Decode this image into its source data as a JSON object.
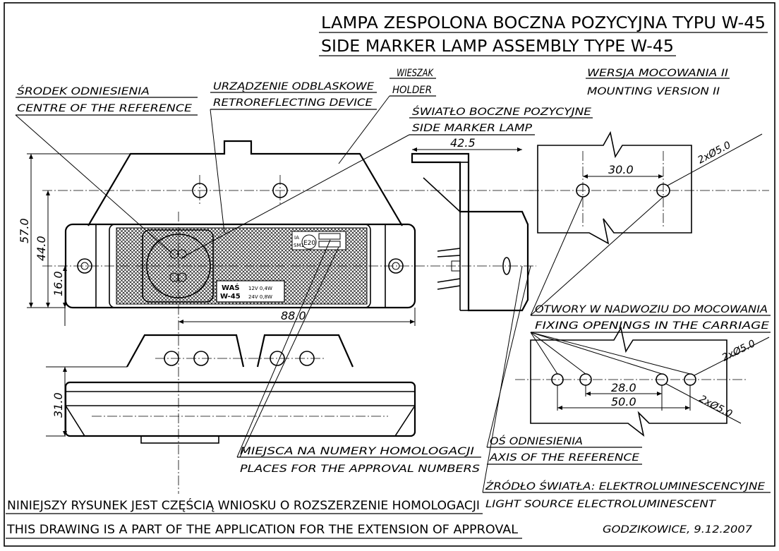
{
  "title": {
    "pl": "LAMPA ZESPOLONA BOCZNA POZYCYJNA TYPU W-45",
    "en": "SIDE MARKER LAMP ASSEMBLY TYPE W-45"
  },
  "version": {
    "pl": "WERSJA MOCOWANIA II",
    "en": "MOUNTING VERSION II"
  },
  "callouts": {
    "reference_centre": {
      "pl": "ŚRODEK ODNIESIENIA",
      "en": "CENTRE OF THE REFERENCE"
    },
    "retroreflector": {
      "pl": "URZĄDZENIE ODBLASKOWE",
      "en": "RETROREFLECTING DEVICE"
    },
    "holder": {
      "pl": "WIESZAK",
      "en": "HOLDER"
    },
    "side_marker": {
      "pl": "ŚWIATŁO BOCZNE POZYCYJNE",
      "en": "SIDE MARKER LAMP"
    },
    "fixing_openings": {
      "pl": "OTWORY W NADWOZIU DO MOCOWANIA",
      "en": "FIXING OPENINGS IN THE CARRIAGE"
    },
    "reference_axis": {
      "pl": "OŚ ODNIESIENIA",
      "en": "AXIS OF THE REFERENCE"
    },
    "approval_places": {
      "pl": "MIEJSCA NA NUMERY HOMOLOGACJI",
      "en": "PLACES FOR THE APPROVAL NUMBERS"
    },
    "light_source": {
      "pl": "ŹRÓDŁO ŚWIATŁA: ELEKTROLUMINESCENCYJNE",
      "en": "LIGHT SOURCE ELECTROLUMINESCENT"
    }
  },
  "dimensions": {
    "height_total": "57.0",
    "height_holes": "44.0",
    "height_axis": "16.0",
    "width_lamp": "88.0",
    "side_depth": "42.5",
    "hole_spacing_v2": "30.0",
    "holes_v2": "2xØ5.0",
    "hole_spacing_inner": "28.0",
    "hole_spacing_outer": "50.0",
    "holes_a": "2xØ5.0",
    "holes_b": "2xØ5.0",
    "bottom_height": "31.0"
  },
  "lens_marking": {
    "maker": "WAŚ",
    "model": "W-45",
    "v12": "12V 0,4W",
    "v24": "24V 0,8W",
    "cls": "IA",
    "sm": "SM1",
    "emark": "E20"
  },
  "footer": {
    "pl": "NINIEJSZY RYSUNEK JEST CZĘŚCIĄ WNIOSKU O ROZSZERZENIE HOMOLOGACJI",
    "en": "THIS DRAWING IS A PART OF THE APPLICATION FOR THE EXTENSION OF APPROVAL",
    "place_date": "GODZIKOWICE, 9.12.2007"
  }
}
